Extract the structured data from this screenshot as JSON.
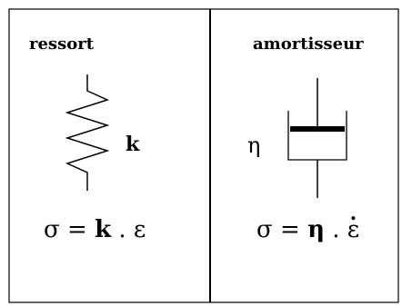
{
  "panels": {
    "spring": {
      "title": "ressort",
      "symbol": "k",
      "equation": {
        "lhs": "σ",
        "eq": " = ",
        "coef": "k",
        "op": " . ",
        "var": "ε"
      }
    },
    "damper": {
      "title": "amortisseur",
      "symbol": "η",
      "equation": {
        "lhs": "σ",
        "eq": " = ",
        "coef": "η",
        "op": " . ",
        "var": "ε"
      }
    }
  },
  "colors": {
    "line": "#000000",
    "background": "#ffffff"
  }
}
